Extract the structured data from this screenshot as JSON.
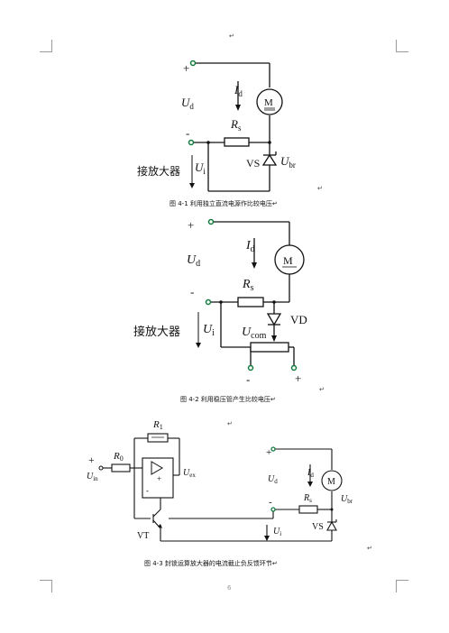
{
  "captions": {
    "fig1": "图 4-1 利用独立直流电源作比较电压↵",
    "fig2": "图 4-2 利用稳压管产生比较电压↵",
    "fig3": "图 4-3 封锁运算放大器的电流截止负反馈环节↵"
  },
  "page_number": "6",
  "para_mark": "↵",
  "fig1": {
    "plus": "+",
    "minus": "-",
    "Ud": "U",
    "Ud_sub": "d",
    "Id": "I",
    "Id_sub": "d",
    "motor": "M",
    "Rs": "R",
    "Rs_sub": "s",
    "VS": "VS",
    "Ubr": "U",
    "Ubr_sub": "br",
    "Ui": "U",
    "Ui_sub": "i",
    "amp": "接放大器"
  },
  "fig2": {
    "plus": "+",
    "minus": "-",
    "Ud": "U",
    "Ud_sub": "d",
    "Id": "I",
    "Id_sub": "d",
    "motor": "M",
    "Rs": "R",
    "Rs_sub": "s",
    "VD": "VD",
    "Ucom": "U",
    "Ucom_sub": "com",
    "Ui": "U",
    "Ui_sub": "i",
    "amp": "接放大器",
    "bot_minus": "-",
    "bot_plus": "+"
  },
  "fig3": {
    "R1": "R",
    "R1_sub": "1",
    "R0": "R",
    "R0_sub": "0",
    "plus_in": "+",
    "Uin": "U",
    "Uin_sub": "in",
    "Uex": "U",
    "Uex_sub": "ex",
    "op_minus": "-",
    "op_plus": "+",
    "VT": "VT",
    "plus": "+",
    "minus": "-",
    "Ud": "U",
    "Ud_sub": "d",
    "Id": "I",
    "Id_sub": "d",
    "motor": "M",
    "Rs": "R",
    "Rs_sub": "s",
    "VS": "VS",
    "Ubr": "U",
    "Ubr_sub": "br",
    "Ui": "U",
    "Ui_sub": "i"
  }
}
